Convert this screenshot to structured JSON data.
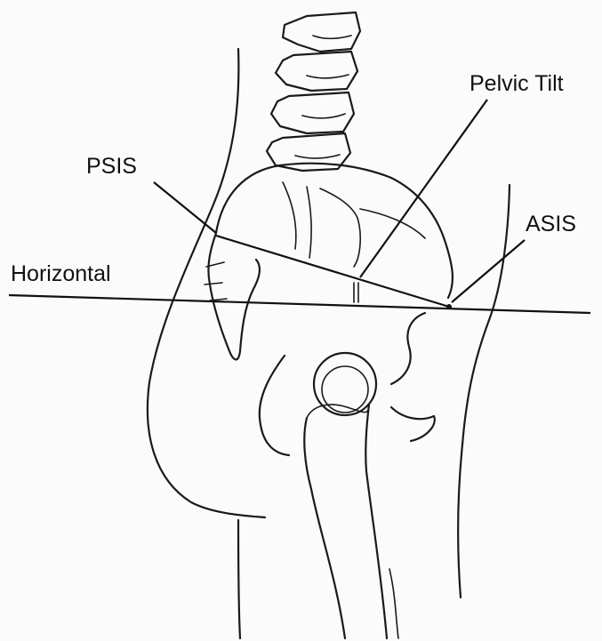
{
  "labels": {
    "pelvic_tilt": "Pelvic Tilt",
    "psis": "PSIS",
    "asis": "ASIS",
    "horizontal": "Horizontal"
  }
}
